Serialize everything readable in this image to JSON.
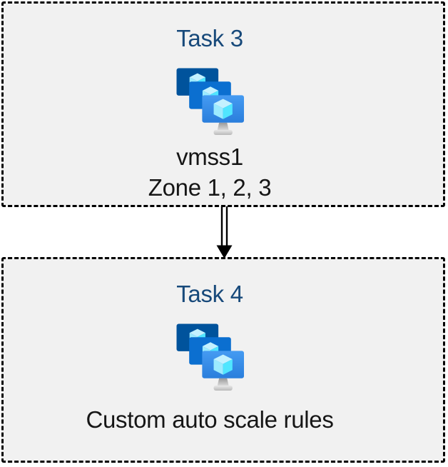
{
  "boxes": [
    {
      "title": "Task 3",
      "icon": "vm-scale-sets",
      "lines": [
        "vmss1",
        "Zone 1, 2, 3"
      ]
    },
    {
      "title": "Task 4",
      "icon": "vm-scale-sets",
      "lines": [
        "Custom auto scale rules"
      ]
    }
  ],
  "connector": {
    "style": "double-line-arrow",
    "direction": "down"
  },
  "colors": {
    "title_text": "#17497a",
    "body_text": "#161616",
    "box_fill": "#f1f1f1",
    "box_border": "#000000",
    "monitor_back": "#00539c",
    "monitor_middle": "#0b6fd0",
    "monitor_front_top": "#459bf2",
    "monitor_front_bottom": "#2a7edc",
    "cube_top": "#c3f1ff",
    "cube_left": "#9cebff",
    "cube_right": "#50e6ff",
    "stand": "#b9b9b9"
  }
}
